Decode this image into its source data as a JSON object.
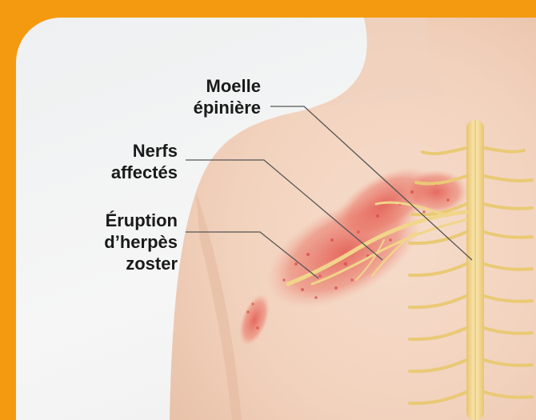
{
  "colors": {
    "frame": "#f49a10",
    "skin": "#f3d9c4",
    "rash": "#e2564e",
    "nerve": "#f1d58a",
    "leader_line": "#555555"
  },
  "labels": {
    "spinal_cord": {
      "line1": "Moelle",
      "line2": "épinière"
    },
    "nerves": {
      "line1": "Nerfs",
      "line2": "affectés"
    },
    "rash": {
      "line1": "Éruption",
      "line2": "d’herpès",
      "line3": "zoster"
    }
  }
}
